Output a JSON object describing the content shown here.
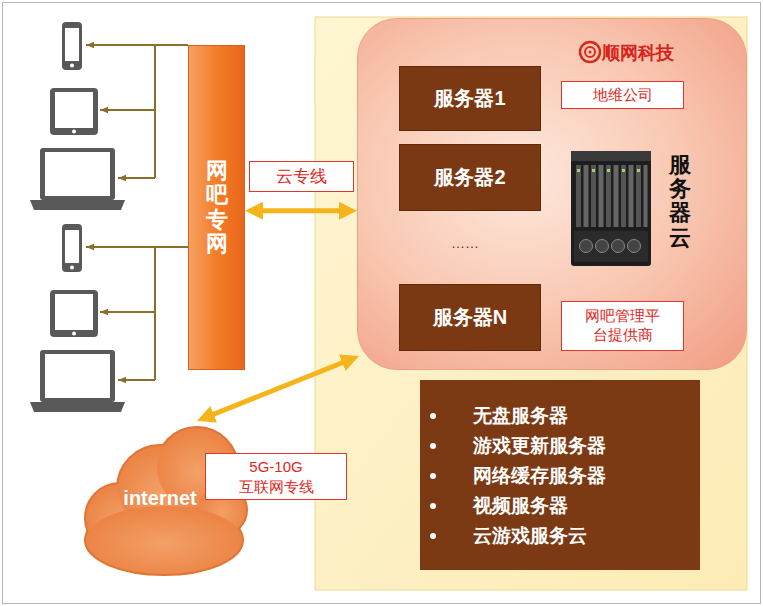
{
  "diagram": {
    "nodes": [
      {
        "text": [
          "网吧专网"
        ]
      },
      {
        "text": [
          "服务器云"
        ]
      },
      {
        "text": [
          "服务器1"
        ],
        "in": 1
      },
      {
        "text": [
          "地维公司"
        ],
        "in": 1
      },
      {
        "text": [
          "服务器2"
        ],
        "in": 1
      },
      {
        "text": [
          "服务器N"
        ],
        "in": 1
      },
      {
        "text": [
          "网吧管理平台提供商"
        ],
        "in": 1
      },
      {
        "text": [
          "internet"
        ]
      },
      {
        "text": [
          "无盘服务器",
          "游戏更新服务器",
          "网络缓存服务器",
          "视频服务器",
          "云游戏服务云"
        ]
      }
    ],
    "edges": [
      {
        "from": 0,
        "to": 1,
        "arrow": "both",
        "label": "云专线"
      },
      {
        "from": 7,
        "to": 1,
        "arrow": "both",
        "label": "5G-10G 互联网专线"
      }
    ],
    "labels": [
      "……",
      "顺网科技"
    ]
  }
}
